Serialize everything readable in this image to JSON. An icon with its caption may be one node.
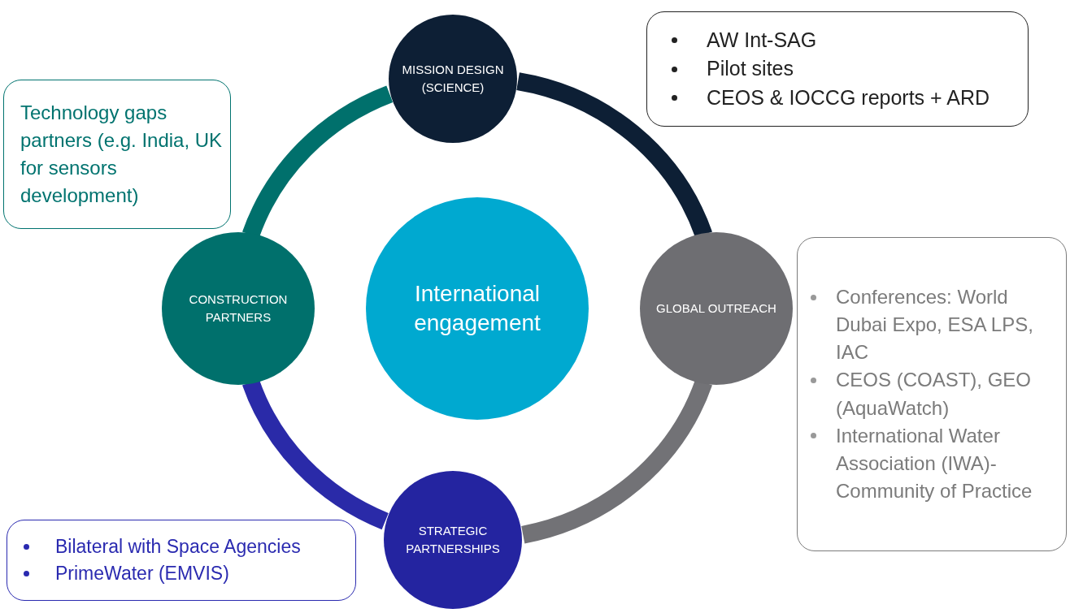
{
  "diagram": {
    "nodes": [
      {
        "text": [
          "International engagement"
        ]
      },
      {
        "text": [
          "MISSION DESIGN (SCIENCE)"
        ]
      },
      {
        "text": [
          "AW Int-SAG",
          "Pilot sites",
          "CEOS & IOCCG reports + ARD"
        ]
      },
      {
        "text": [
          "GLOBAL OUTREACH"
        ]
      },
      {
        "text": [
          "Conferences: World Dubai Expo, ESA LPS, IAC",
          "CEOS (COAST), GEO (AquaWatch)",
          "International Water Association (IWA)- Community of Practice"
        ]
      },
      {
        "text": [
          "STRATEGIC PARTNERSHIPS"
        ]
      },
      {
        "text": [
          "Bilateral with Space Agencies",
          "PrimeWater (EMVIS)"
        ]
      },
      {
        "text": [
          "CONSTRUCTION PARTNERS"
        ]
      },
      {
        "text": [
          "Technology gaps partners (e.g. India, UK for sensors development)"
        ]
      }
    ],
    "edges": [
      {
        "from": 1,
        "to": 3,
        "arrow": "none",
        "color": "#0d1f35"
      },
      {
        "from": 3,
        "to": 5,
        "arrow": "none",
        "color": "#727276"
      },
      {
        "from": 5,
        "to": 7,
        "arrow": "none",
        "color": "#2a2aa8"
      },
      {
        "from": 7,
        "to": 1,
        "arrow": "none",
        "color": "#00706c"
      }
    ]
  }
}
